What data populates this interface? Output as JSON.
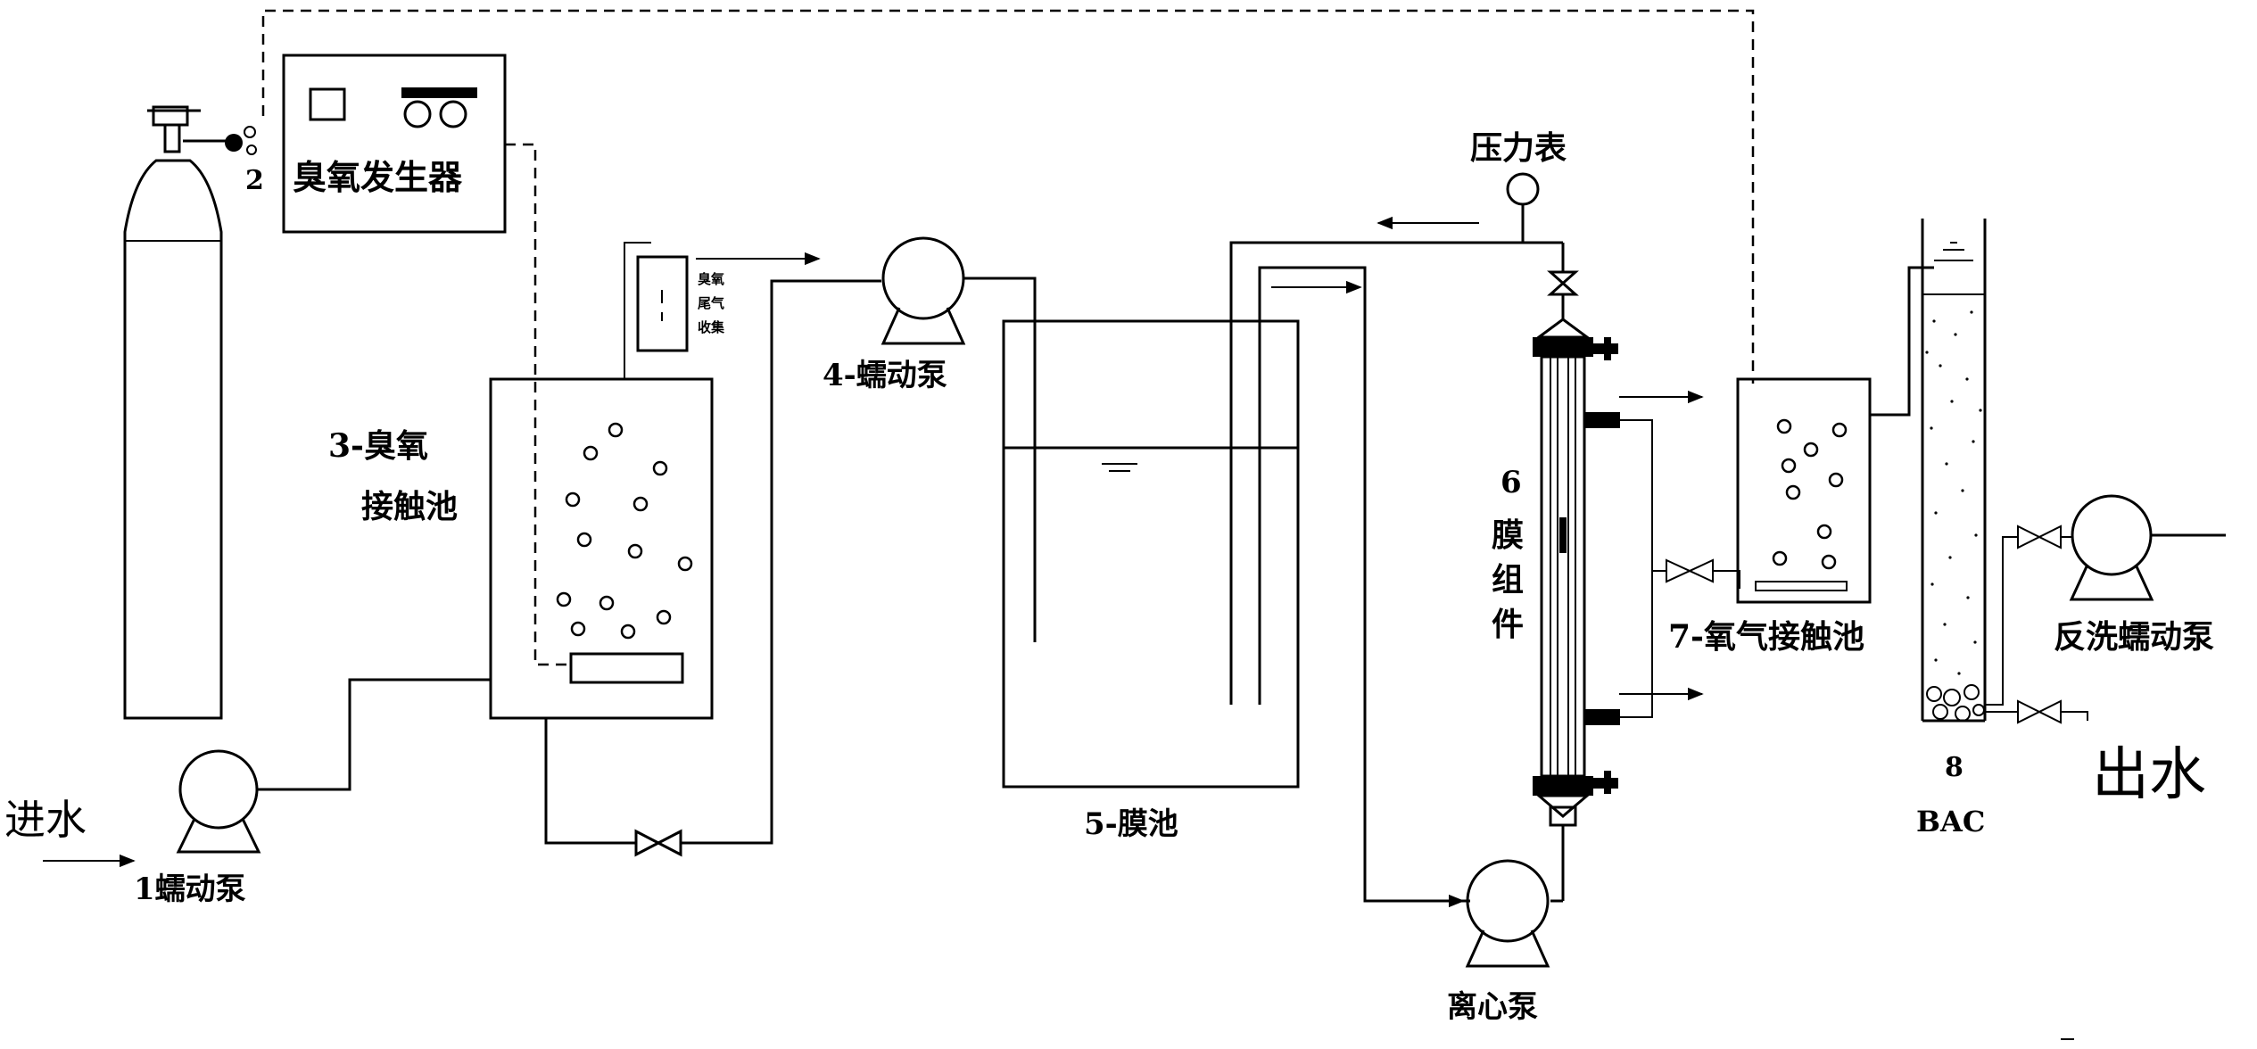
{
  "labels": {
    "inlet": "进水",
    "pump1": "1蠕动泵",
    "num2": "2",
    "generator": "臭氧发生器",
    "contact3_line1": "3-臭氧",
    "contact3_line2": "接触池",
    "tail_gas": "臭氧尾气收集",
    "pump4": "4-蠕动泵",
    "membrane_tank": "5-膜池",
    "pressure_gauge": "压力表",
    "module_num": "6",
    "module_chars": [
      "膜",
      "组",
      "件"
    ],
    "centrifugal_pump": "离心泵",
    "contact7": "7-氧气接触池",
    "bac_num": "8",
    "bac": "BAC",
    "backwash_pump": "反洗蠕动泵",
    "outlet": "出水"
  }
}
